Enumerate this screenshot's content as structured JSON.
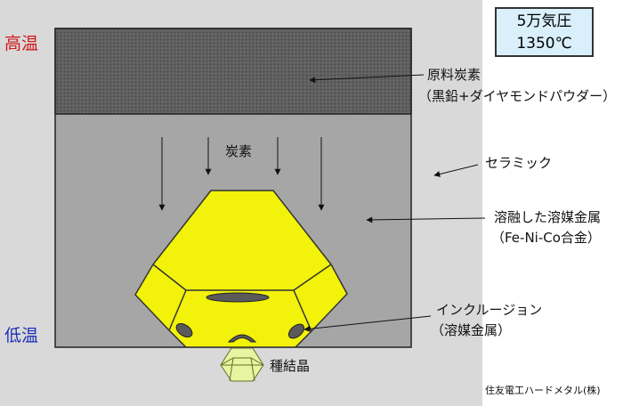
{
  "conditions": {
    "line1": "5万気圧",
    "line2": "1350℃"
  },
  "temperature": {
    "high": "高温",
    "low": "低温"
  },
  "labels": {
    "raw_carbon": "原料炭素",
    "raw_carbon_detail": "（黒鉛+ダイヤモンドパウダー）",
    "carbon": "炭素",
    "ceramic": "セラミック",
    "solvent": "溶融した溶媒金属",
    "solvent_detail": "（Fe-Ni-Co合金）",
    "inclusion": "インクルージョン",
    "inclusion_detail": "（溶媒金属）",
    "seed": "種結晶"
  },
  "credit": "住友電工ハードメタル(株)",
  "colors": {
    "background": "#d9d9d9",
    "vessel": "#a6a6a6",
    "raw_carbon_layer": "#5f5f5f",
    "crystal": "#f2f20a",
    "seed": "#e6f5a0",
    "inclusion": "#5a5a5a",
    "high_temp_text": "#d01818",
    "low_temp_text": "#1f2fb8",
    "condition_box": "#d9f0fb"
  }
}
